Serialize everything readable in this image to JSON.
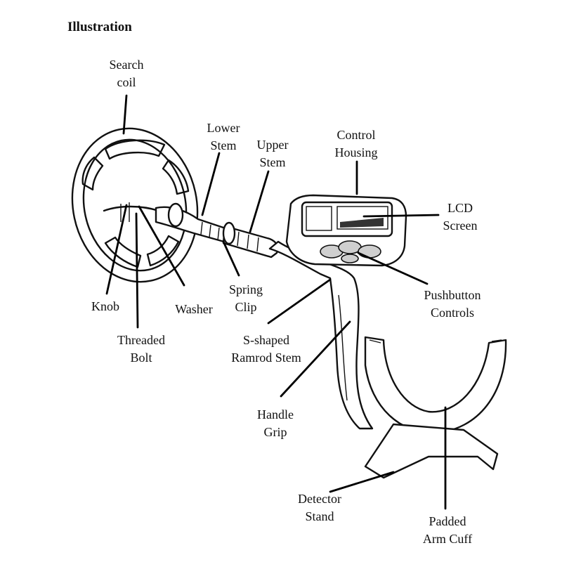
{
  "title": "Illustration",
  "labels": {
    "search_coil": [
      "Search",
      "coil"
    ],
    "lower_stem": [
      "Lower",
      "Stem"
    ],
    "upper_stem": [
      "Upper",
      "Stem"
    ],
    "control_housing": [
      "Control",
      "Housing"
    ],
    "lcd_screen": [
      "LCD",
      "Screen"
    ],
    "knob": [
      "Knob"
    ],
    "washer": [
      "Washer"
    ],
    "spring_clip": [
      "Spring",
      "Clip"
    ],
    "pushbutton_controls": [
      "Pushbutton",
      "Controls"
    ],
    "threaded_bolt": [
      "Threaded",
      "Bolt"
    ],
    "s_shaped_ramrod_stem": [
      "S-shaped",
      "Ramrod Stem"
    ],
    "handle_grip": [
      "Handle",
      "Grip"
    ],
    "detector_stand": [
      "Detector",
      "Stand"
    ],
    "padded_arm_cuff": [
      "Padded",
      "Arm Cuff"
    ]
  }
}
